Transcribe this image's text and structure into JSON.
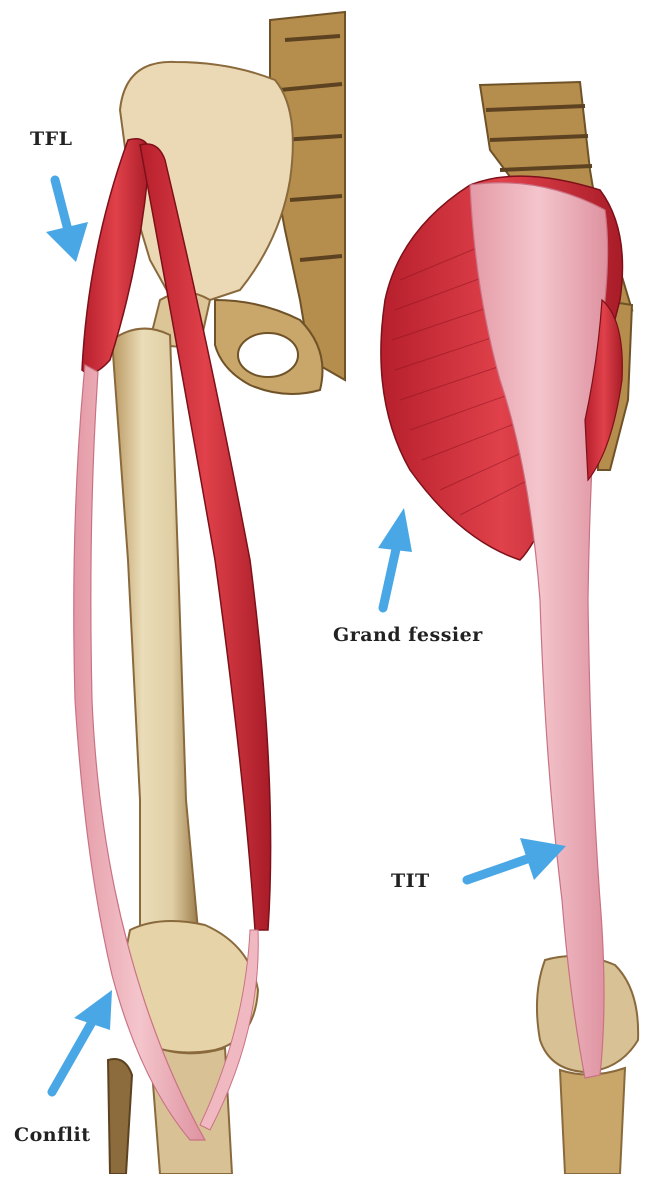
{
  "labels": {
    "tfl": "TFL",
    "grand_fessier": "Grand fessier",
    "tit": "TIT",
    "conflit": "Conflit"
  },
  "colors": {
    "background": "#ffffff",
    "bone": "#e3d3ad",
    "bone_shadow": "#a88b5a",
    "muscle_red": "#d7323c",
    "muscle_dark": "#a8202b",
    "tendon_pink": "#eeb1bb",
    "arrow_blue": "#4aa7e5",
    "label_text": "#222222"
  },
  "icons": {
    "arrows": "blue-arrow-icon"
  }
}
